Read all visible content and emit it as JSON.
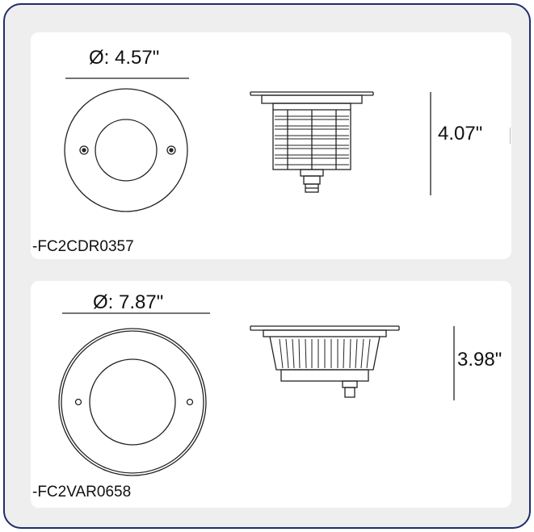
{
  "products": [
    {
      "diameter_label": "Ø: 4.57\"",
      "height_label": "4.07\"",
      "code": "-FC2CDR0357"
    },
    {
      "diameter_label": "Ø: 7.87\"",
      "height_label": "3.98\"",
      "code": "-FC2VAR0658"
    }
  ],
  "colors": {
    "frame_border": "#1f2d6b",
    "frame_background": "#eeeeee",
    "panel_background": "#ffffff",
    "line": "#222222"
  }
}
